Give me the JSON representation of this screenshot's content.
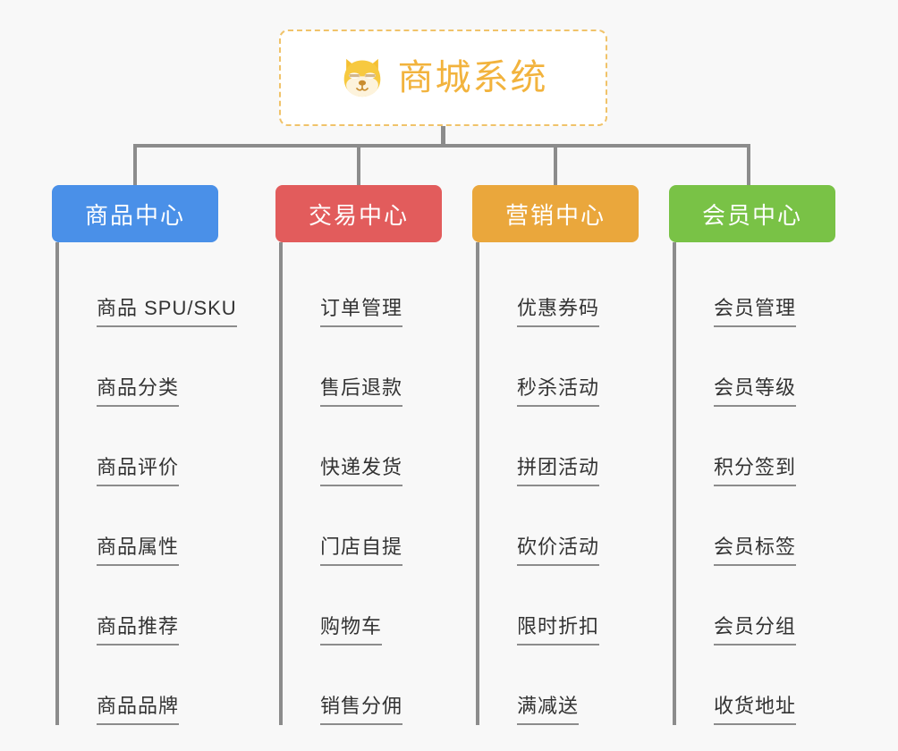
{
  "diagram": {
    "type": "mindmap-tree",
    "background_color": "#f8f8f8",
    "root": {
      "title": "商城系统",
      "icon": "shiba-dog-face-icon",
      "border_color": "#f0c36a",
      "text_color": "#f2b33d",
      "background_color": "#ffffff"
    },
    "connector_color": "#8c8c8c",
    "branches": [
      {
        "label": "商品中心",
        "color": "#4a90e8",
        "items": [
          "商品 SPU/SKU",
          "商品分类",
          "商品评价",
          "商品属性",
          "商品推荐",
          "商品品牌"
        ]
      },
      {
        "label": "交易中心",
        "color": "#e25c5c",
        "items": [
          "订单管理",
          "售后退款",
          "快递发货",
          "门店自提",
          "购物车",
          "销售分佣"
        ]
      },
      {
        "label": "营销中心",
        "color": "#eaa73c",
        "items": [
          "优惠券码",
          "秒杀活动",
          "拼团活动",
          "砍价活动",
          "限时折扣",
          "满减送"
        ]
      },
      {
        "label": "会员中心",
        "color": "#79c246",
        "items": [
          "会员管理",
          "会员等级",
          "积分签到",
          "会员标签",
          "会员分组",
          "收货地址"
        ]
      }
    ]
  }
}
